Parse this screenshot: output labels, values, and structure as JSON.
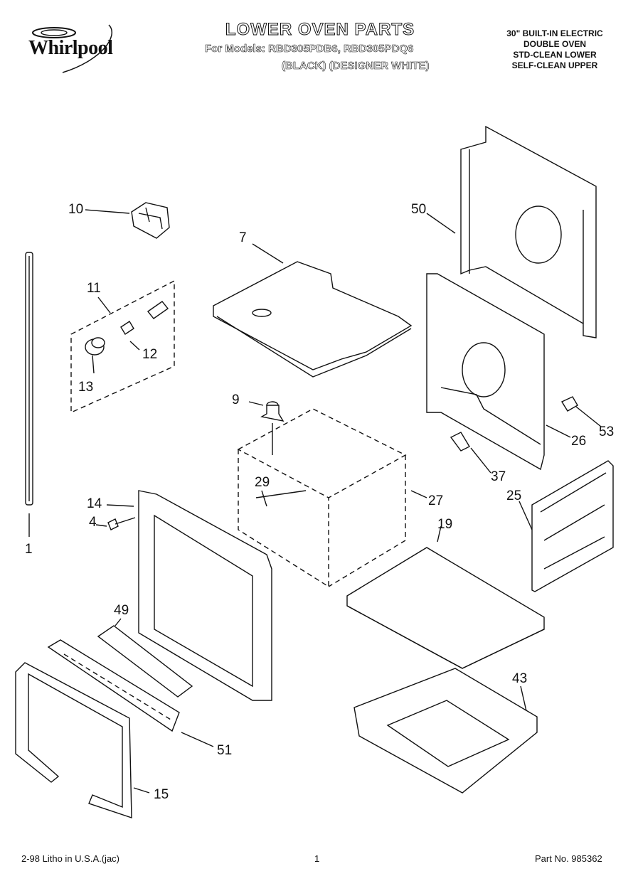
{
  "header": {
    "brand": "Whirlpool",
    "title": "LOWER OVEN PARTS",
    "models_line": "For Models: RBD305PDB6, RBD305PDQ6",
    "variants_line": "(BLACK)  (DESIGNER WHITE)",
    "spec_lines": [
      "30\" BUILT-IN ELECTRIC",
      "DOUBLE OVEN",
      "STD-CLEAN LOWER",
      "SELF-CLEAN UPPER"
    ]
  },
  "callouts": {
    "c1": "1",
    "c4": "4",
    "c7": "7",
    "c9": "9",
    "c10": "10",
    "c11": "11",
    "c12": "12",
    "c13": "13",
    "c14": "14",
    "c15": "15",
    "c19": "19",
    "c25": "25",
    "c26": "26",
    "c27": "27",
    "c29": "29",
    "c37": "37",
    "c43": "43",
    "c49": "49",
    "c50": "50",
    "c51": "51",
    "c53": "53"
  },
  "footer": {
    "litho": "2-98 Litho in U.S.A.(jac)",
    "page": "1",
    "part_no": "Part No. 985362"
  }
}
